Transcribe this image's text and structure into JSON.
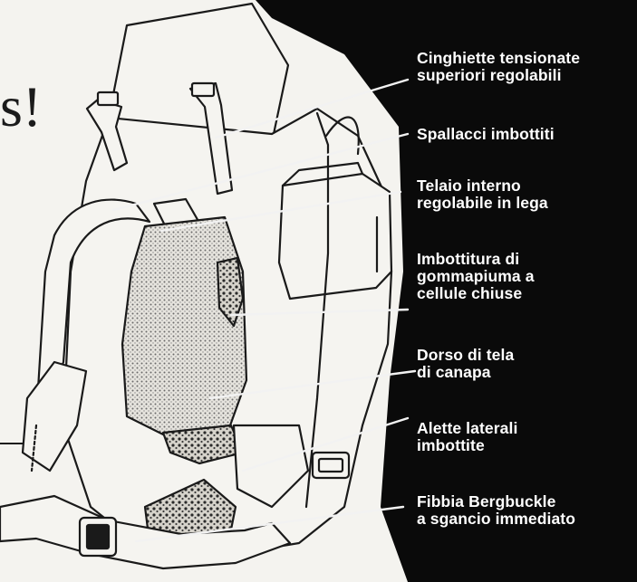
{
  "headline_fragment": "s!",
  "callouts": [
    {
      "id": "cinghiette",
      "text": "Cinghiette tensionate\nsuperiori regolabili"
    },
    {
      "id": "spallacci",
      "text": "Spallacci imbottiti"
    },
    {
      "id": "telaio",
      "text": "Telaio interno\nregolabile in lega"
    },
    {
      "id": "imbottitura",
      "text": "Imbottitura di\ngommapiuma a\ncellule chiuse"
    },
    {
      "id": "dorso",
      "text": "Dorso di tela\ndi canapa"
    },
    {
      "id": "alette",
      "text": "Alette laterali\nimbottite"
    },
    {
      "id": "fibbia",
      "text": "Fibbia Bergbuckle\na sgancio immediato"
    }
  ],
  "colors": {
    "paper": "#f4f3ef",
    "panel": "#0a0a0a",
    "ink": "#1b1b1b",
    "label": "#ffffff"
  }
}
